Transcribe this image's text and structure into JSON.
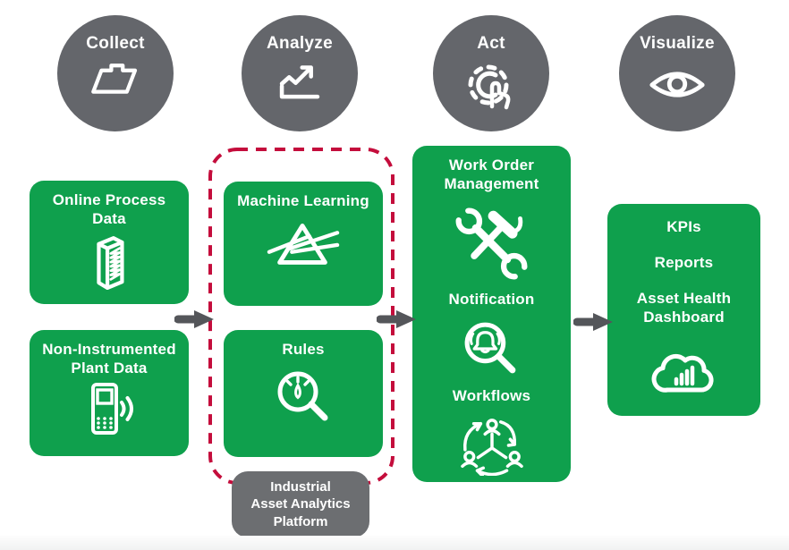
{
  "palette": {
    "green": "#0FA04D",
    "circle_gray": "#64666B",
    "arrow_gray": "#54565A",
    "platform_gray": "#6C6E71",
    "dash_red": "#C40D3C",
    "text": "#FFFFFF"
  },
  "stages": [
    {
      "label": "Collect",
      "icon": "open-folder"
    },
    {
      "label": "Analyze",
      "icon": "trend-line-chart"
    },
    {
      "label": "Act",
      "icon": "gear-hand"
    },
    {
      "label": "Visualize",
      "icon": "eye"
    }
  ],
  "boxes": {
    "online_process_data": {
      "label": "Online Process Data",
      "icon": "column-coil"
    },
    "non_instrumented": {
      "label": "Non-Instrumented Plant Data",
      "icon": "handheld-device-wireless"
    },
    "machine_learning": {
      "label": "Machine Learning",
      "icon": "prism-light"
    },
    "rules": {
      "label": "Rules",
      "icon": "gauge-magnifier"
    },
    "work_order": {
      "title": "Work Order Management",
      "icon": "wrench-hammer-crossed",
      "items": [
        {
          "label": "Notification",
          "icon": "bell-magnifier"
        },
        {
          "label": "Workflows",
          "icon": "people-cycle-arrows"
        }
      ]
    },
    "visualize_outputs": {
      "items": [
        {
          "label": "KPIs"
        },
        {
          "label": "Reports"
        },
        {
          "label": "Asset Health Dashboard"
        }
      ],
      "icon": "cloud-bar-chart"
    }
  },
  "platform": {
    "line1": "Industrial",
    "line2": "Asset Analytics",
    "line3": "Platform"
  }
}
